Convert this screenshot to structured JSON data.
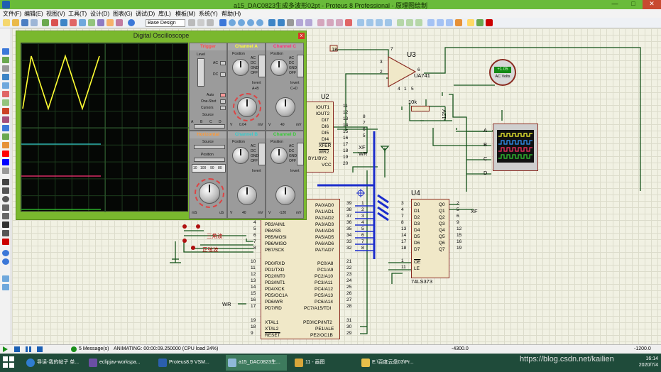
{
  "window": {
    "title": "a15_DAC0823生成多波形02pt - Proteus 8 Professional - 原理图绘制",
    "minimize": "—",
    "maximize": "□",
    "close": "✕"
  },
  "menu": [
    "文件(F)",
    "编辑(E)",
    "视图(V)",
    "工具(T)",
    "设计(D)",
    "图表(G)",
    "调试(D)",
    "库(L)",
    "模板(M)",
    "系统(Y)",
    "帮助(H)"
  ],
  "toolbar": {
    "design_select": "Base Design"
  },
  "oscilloscope": {
    "title": "Digital Oscilloscope",
    "close": "x",
    "trigger": {
      "title": "Trigger",
      "level_label": "Level",
      "ac": "AC",
      "dc": "DC",
      "auto": "Auto",
      "one_shot": "One-Shot",
      "cursors": "Cursors",
      "source": "Source",
      "ch_a_label": "A",
      "ch_b_label": "B",
      "ch_c_label": "C",
      "ch_d_label": "D"
    },
    "channel_a": {
      "title": "Channel A",
      "position": "Position",
      "ac": "AC",
      "dc": "DC",
      "gnd": "GND",
      "off": "OFF",
      "invert": "Invert",
      "a_b": "A+B",
      "value": "0.04",
      "unit_v": "V",
      "unit_mv": "mV"
    },
    "channel_b": {
      "title": "Channel B",
      "position": "Position",
      "ac": "AC",
      "dc": "DC",
      "gnd": "GND",
      "off": "OFF",
      "invert": "Invert",
      "value": "40",
      "unit_v": "V",
      "unit_mv": "mV"
    },
    "channel_c": {
      "title": "Channel C",
      "position": "Position",
      "ac": "AC",
      "dc": "DC",
      "gnd": "GND",
      "off": "OFF",
      "invert": "Invert",
      "c_d": "C+D",
      "value": "40",
      "unit_v": "V",
      "unit_mv": "mV"
    },
    "channel_d": {
      "title": "Channel D",
      "position": "Position",
      "ac": "AC",
      "dc": "DC",
      "gnd": "GND",
      "off": "OFF",
      "invert": "Invert",
      "value": "-120",
      "unit_v": "V",
      "unit_mv": "mV"
    },
    "horizontal": {
      "title": "Horizontal",
      "source": "Source",
      "position": "Position",
      "scale": [
        "10",
        "100",
        "90",
        "80"
      ],
      "unit_ms": "mS",
      "unit_us": "uS"
    }
  },
  "schematic": {
    "u2": {
      "ref": "U2",
      "pins_right": [
        "IOUT1",
        "IOUT2",
        "DI7",
        "DI6",
        "DI5",
        "DI4",
        "XFER",
        "WR2",
        "BY1/BY2",
        "VCC"
      ],
      "pin_numbers": [
        "11",
        "12",
        "13",
        "14",
        "15",
        "16",
        "17",
        "18",
        "19",
        "20"
      ],
      "net_labels": [
        "XF",
        "WR"
      ],
      "bus_nums": [
        "8",
        "7",
        "6",
        "5"
      ]
    },
    "u3": {
      "ref": "U3",
      "part": "UA741",
      "pins": [
        "3",
        "2",
        "6",
        "7",
        "4",
        "1",
        "5"
      ],
      "supply_neg": "-12V"
    },
    "r1": {
      "value": "1K"
    },
    "pot": {
      "value": "10k"
    },
    "voltmeter": {
      "display": "+1.05",
      "label": "AC Volts"
    },
    "scope2": {
      "inputs": [
        "A",
        "B",
        "C",
        "D"
      ]
    },
    "u4": {
      "ref": "U4",
      "part": "74LS373",
      "inputs": [
        "D0",
        "D1",
        "D2",
        "D3",
        "D4",
        "D5",
        "D6",
        "D7"
      ],
      "in_nums": [
        "3",
        "4",
        "7",
        "8",
        "13",
        "14",
        "17",
        "18"
      ],
      "outputs": [
        "Q0",
        "Q1",
        "Q2",
        "Q3",
        "Q4",
        "Q5",
        "Q6",
        "Q7"
      ],
      "out_nums": [
        "2",
        "5",
        "6",
        "9",
        "12",
        "15",
        "16",
        "19"
      ],
      "oe": "OE",
      "le": "LE",
      "oe_num": "1",
      "le_num": "11",
      "net_xf": "XF"
    },
    "mcu": {
      "pa": [
        "PA0/AD0",
        "PA1/AD1",
        "PA2/AD2",
        "PA3/AD3",
        "PA4/AD4",
        "PA5/AD5",
        "PA6/AD6",
        "PA7/AD7"
      ],
      "pa_nums": [
        "39",
        "38",
        "37",
        "36",
        "35",
        "34",
        "33",
        "32"
      ],
      "pa_bus": [
        "1",
        "2",
        "3",
        "4",
        "5",
        "6",
        "7",
        "8"
      ],
      "pb": [
        "PB3/AIN1",
        "PB4/SS",
        "PB5/MOSI",
        "PB6/MISO",
        "PB7/SCK"
      ],
      "pb_nums": [
        "4",
        "5",
        "6",
        "7",
        "8"
      ],
      "pd": [
        "PD0/RXD",
        "PD1/TXD",
        "PD2/INT0",
        "PD3/INT1",
        "PD4/XCK",
        "PD5/OC1A",
        "PD6/WR",
        "PD7/RD"
      ],
      "pd_nums": [
        "10",
        "11",
        "12",
        "13",
        "14",
        "15",
        "16",
        "17"
      ],
      "pc": [
        "PC0/A8",
        "PC1/A9",
        "PC2/A10",
        "PC3/A11",
        "PC4/A12",
        "PC5/A13",
        "PC6/A14",
        "PC7/A15/TDI"
      ],
      "pc_nums": [
        "21",
        "22",
        "23",
        "24",
        "25",
        "26",
        "27",
        "28"
      ],
      "xtal": [
        "XTAL1",
        "XTAL2",
        "RESET"
      ],
      "xtal_nums": [
        "19",
        "18",
        "9"
      ],
      "pe": [
        "PE0/ICP/INT2",
        "PE1/ALE",
        "PE2/OC1B"
      ],
      "pe_nums": [
        "31",
        "30",
        "29"
      ],
      "net_wr": "WR"
    },
    "switches": {
      "triangle": "三角波",
      "sawtooth": "正弦波"
    }
  },
  "status": {
    "messages": "5 Message(s)",
    "animating": "ANIMATING: 00:00:09.250000 (CPU load 24%)",
    "coord_x": "-4300.0",
    "coord_y": "-1200.0"
  },
  "taskbar": {
    "items": [
      "导读-我的帖子 单...",
      "eclipjav-workspa...",
      "Proteus8.9 VSM...",
      "a15_DAC0823生...",
      "11 - 画图",
      "E:\\百度云盘03\\Pr..."
    ],
    "clock_time": "16:14",
    "clock_date": "2020/7/4"
  },
  "watermark": "https://blog.csdn.net/kailien",
  "colors": {
    "trace_a": "#ffff33",
    "trace_b": "#33cccc",
    "trace_c": "#ff3377",
    "trace_d": "#33cc33",
    "window_title": "#69bb3a",
    "bus": "#1c2dcc"
  }
}
